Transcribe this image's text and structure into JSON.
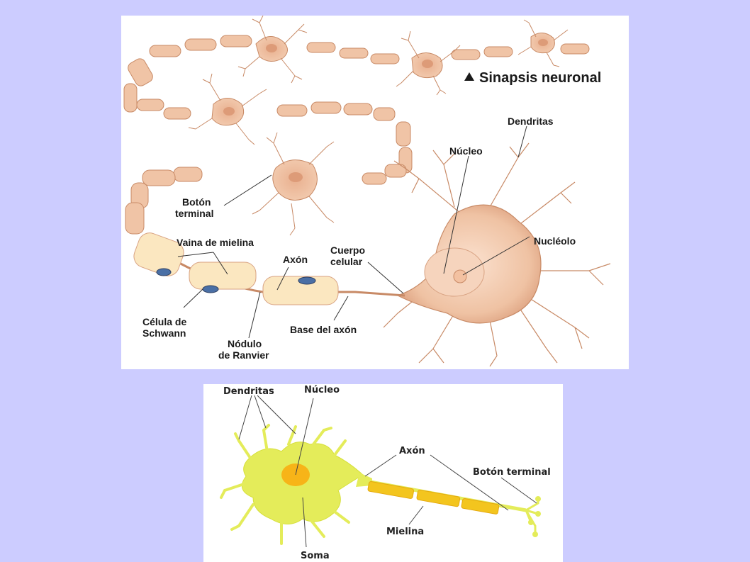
{
  "top_diagram": {
    "title": "Sinapsis neuronal",
    "labels": {
      "dendritas": "Dendritas",
      "nucleo": "Núcleo",
      "boton_l1": "Botón",
      "boton_l2": "terminal",
      "vaina": "Vaina de mielina",
      "axon": "Axón",
      "cuerpo_l1": "Cuerpo",
      "cuerpo_l2": "celular",
      "nucleolo": "Nucléolo",
      "schwann_l1": "Célula de",
      "schwann_l2": "Schwann",
      "nodulo_l1": "Nódulo",
      "nodulo_l2": "de Ranvier",
      "base": "Base del axón"
    }
  },
  "bottom_diagram": {
    "labels": {
      "dendritas": "Dendritas",
      "nucleo": "Núcleo",
      "axon": "Axón",
      "boton": "Botón terminal",
      "mielina": "Mielina",
      "soma": "Soma"
    }
  },
  "colors": {
    "background": "#ccccff",
    "neuron_tissue": "#f1c7a8",
    "neuron_dark": "#d99a78",
    "myelin_top": "#fbe7c0",
    "schwann_nucleus": "#4a6fa5",
    "neuron_yellow": "#e4ec5a",
    "myelin_yellow": "#f3c51e",
    "nucleus_orange": "#f7b418"
  }
}
